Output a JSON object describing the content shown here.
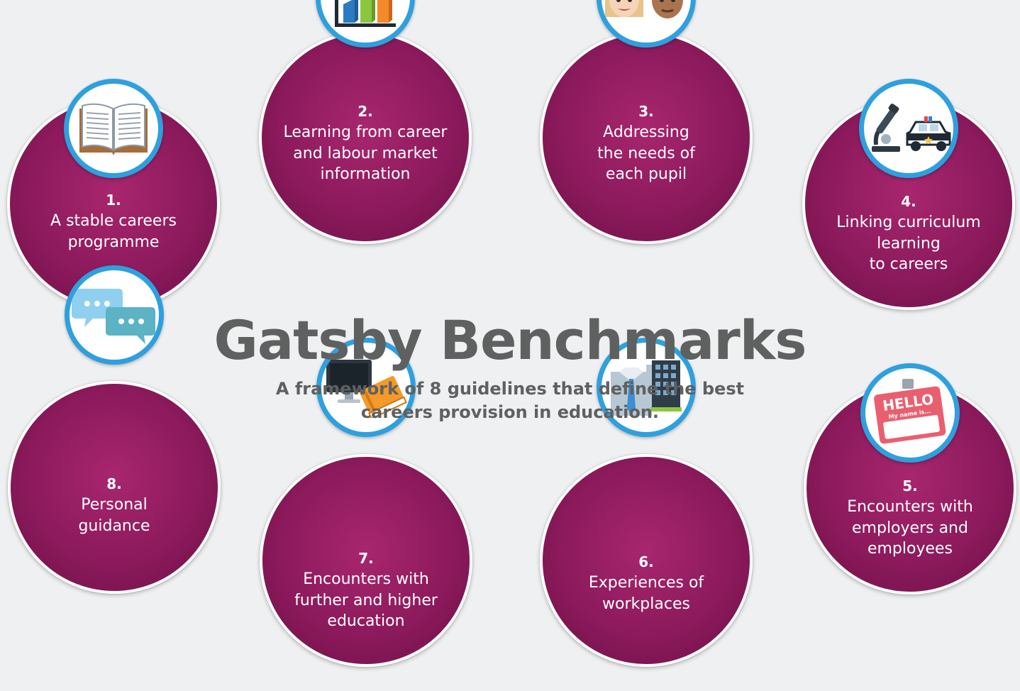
{
  "title": "Gatsby Benchmarks",
  "subtitle_lines": [
    "A framework of 8 guidelines that define the best",
    "careers provision in education."
  ],
  "benchmarks": [
    {
      "number": "1.",
      "lines": [
        "A stable careers",
        "programme"
      ],
      "icon": "book-icon"
    },
    {
      "number": "2.",
      "lines": [
        "Learning from career",
        "and labour market",
        "information"
      ],
      "icon": "bar-chart-icon"
    },
    {
      "number": "3.",
      "lines": [
        "Addressing",
        "the needs of",
        "each pupil"
      ],
      "icon": "people-icon"
    },
    {
      "number": "4.",
      "lines": [
        "Linking curriculum",
        "learning",
        "to careers"
      ],
      "icon": "microscope-police-car-icon"
    },
    {
      "number": "5.",
      "lines": [
        "Encounters with",
        "employers and",
        "employees"
      ],
      "icon": "name-badge-icon"
    },
    {
      "number": "6.",
      "lines": [
        "Experiences of",
        "workplaces"
      ],
      "icon": "office-building-icon"
    },
    {
      "number": "7.",
      "lines": [
        "Encounters with",
        "further and higher",
        "education"
      ],
      "icon": "computer-book-icon"
    },
    {
      "number": "8.",
      "lines": [
        "Personal",
        "guidance"
      ],
      "icon": "speech-bubbles-icon"
    }
  ],
  "icon_badge_label": {
    "hello": "HELLO",
    "name": "My name is..."
  },
  "colors": {
    "background": "#eff0f1",
    "circle": "#8c1a5c",
    "badge_ring": "#2ea0de",
    "title": "#5f6060"
  }
}
